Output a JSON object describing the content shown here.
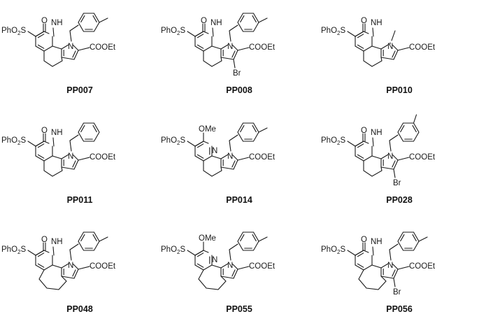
{
  "compounds": [
    {
      "id": "PP007",
      "r_c2": "oxo",
      "n_sub": "p-methylbenzyl",
      "br": false,
      "ring": 6
    },
    {
      "id": "PP008",
      "r_c2": "oxo",
      "n_sub": "p-methylbenzyl",
      "br": true,
      "ring": 6
    },
    {
      "id": "PP010",
      "r_c2": "oxo",
      "n_sub": "methyl",
      "br": false,
      "ring": 6
    },
    {
      "id": "PP011",
      "r_c2": "oxo",
      "n_sub": "benzyl",
      "br": false,
      "ring": 6
    },
    {
      "id": "PP014",
      "r_c2": "OMe",
      "n_sub": "p-methylbenzyl",
      "br": false,
      "ring": 6
    },
    {
      "id": "PP028",
      "r_c2": "oxo",
      "n_sub": "m-methylbenzyl",
      "br": true,
      "ring": 6
    },
    {
      "id": "PP048",
      "r_c2": "oxo",
      "n_sub": "p-methylbenzyl",
      "br": false,
      "ring": 7
    },
    {
      "id": "PP055",
      "r_c2": "OMe",
      "n_sub": "p-methylbenzyl",
      "br": false,
      "ring": 7
    },
    {
      "id": "PP056",
      "r_c2": "oxo",
      "n_sub": "p-methylbenzyl",
      "br": true,
      "ring": 7
    }
  ],
  "atom_labels": {
    "sulfonyl_prefix": "PhO",
    "sulfonyl_sub": "2",
    "sulfonyl_suffix": "S",
    "oxo": "O",
    "nh": "NH",
    "n": "N",
    "ome": "OMe",
    "ester": "COOEt",
    "bromo": "Br"
  }
}
